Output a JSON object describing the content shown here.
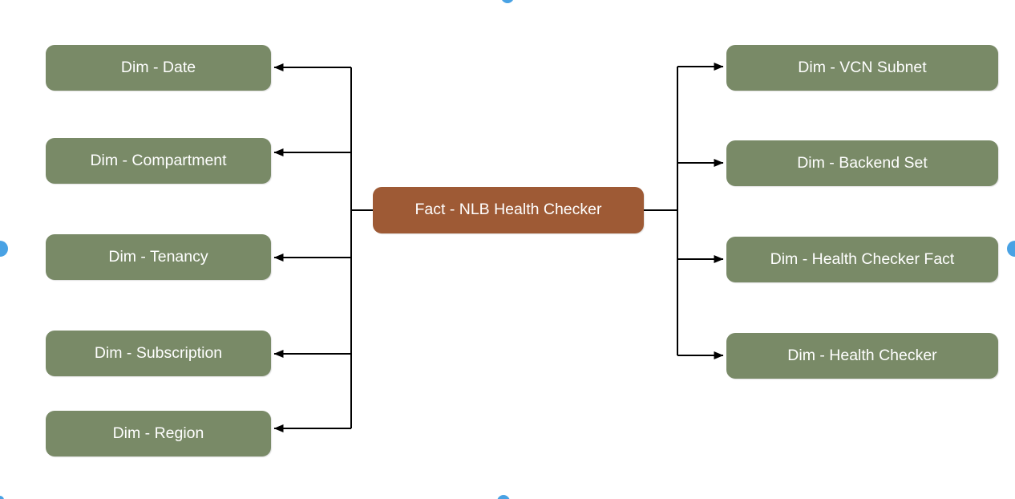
{
  "colors": {
    "canvas-bg": "#ffffff",
    "dimension-fill": "#798a67",
    "fact-fill": "#9e5a35",
    "node-text": "#ffffff",
    "connector": "#000000",
    "handle-blue": "#49a2e4"
  },
  "diagram": {
    "type": "star-schema",
    "fact": {
      "label": "Fact - NLB Health Checker"
    },
    "left_dimensions": [
      {
        "label": "Dim - Date"
      },
      {
        "label": "Dim - Compartment"
      },
      {
        "label": "Dim - Tenancy"
      },
      {
        "label": "Dim - Subscription"
      },
      {
        "label": "Dim - Region"
      }
    ],
    "right_dimensions": [
      {
        "label": "Dim - VCN Subnet"
      },
      {
        "label": "Dim - Backend Set"
      },
      {
        "label": "Dim - Health Checker Fact"
      },
      {
        "label": "Dim - Health Checker"
      }
    ],
    "edges": [
      {
        "from": "Fact - NLB Health Checker",
        "to": "Dim - Date",
        "arrow": "into-dimension"
      },
      {
        "from": "Fact - NLB Health Checker",
        "to": "Dim - Compartment",
        "arrow": "into-dimension"
      },
      {
        "from": "Fact - NLB Health Checker",
        "to": "Dim - Tenancy",
        "arrow": "into-dimension"
      },
      {
        "from": "Fact - NLB Health Checker",
        "to": "Dim - Subscription",
        "arrow": "into-dimension"
      },
      {
        "from": "Fact - NLB Health Checker",
        "to": "Dim - Region",
        "arrow": "into-dimension"
      },
      {
        "from": "Fact - NLB Health Checker",
        "to": "Dim - VCN Subnet",
        "arrow": "into-dimension"
      },
      {
        "from": "Fact - NLB Health Checker",
        "to": "Dim - Backend Set",
        "arrow": "into-dimension"
      },
      {
        "from": "Fact - NLB Health Checker",
        "to": "Dim - Health Checker Fact",
        "arrow": "into-dimension"
      },
      {
        "from": "Fact - NLB Health Checker",
        "to": "Dim - Health Checker",
        "arrow": "into-dimension"
      }
    ],
    "edge_handles": [
      "connection-handle-top",
      "connection-handle-left",
      "connection-handle-right",
      "connection-handle-bottom",
      "connection-handle-bottom-left"
    ]
  }
}
